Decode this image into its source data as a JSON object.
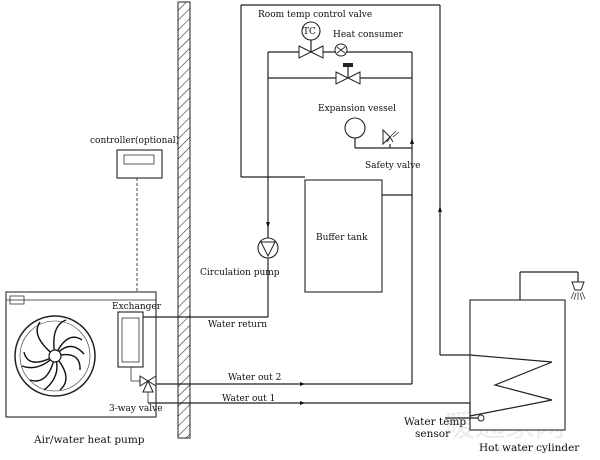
{
  "labels": {
    "room_temp_control_valve": "Room temp control valve",
    "tc": "TC",
    "heat_consumer": "Heat consumer",
    "expansion_vessel": "Expansion vessel",
    "safety_valve": "Safety valve",
    "controller": "controller(optional)",
    "buffer_tank": "Buffer tank",
    "circulation_pump": "Circulation pump",
    "exchanger": "Exchanger",
    "water_return": "Water return",
    "water_out_2": "Water out 2",
    "water_out_1": "Water out 1",
    "three_way_valve": "3-way valve",
    "heat_pump": "Air/water heat pump",
    "water_temp_sensor_line1": "Water temp",
    "water_temp_sensor_line2": "sensor",
    "hot_water_cylinder": "Hot water cylinder"
  },
  "watermark": {
    "main": "暖通家网",
    "url": "www.hvacjia.com"
  }
}
